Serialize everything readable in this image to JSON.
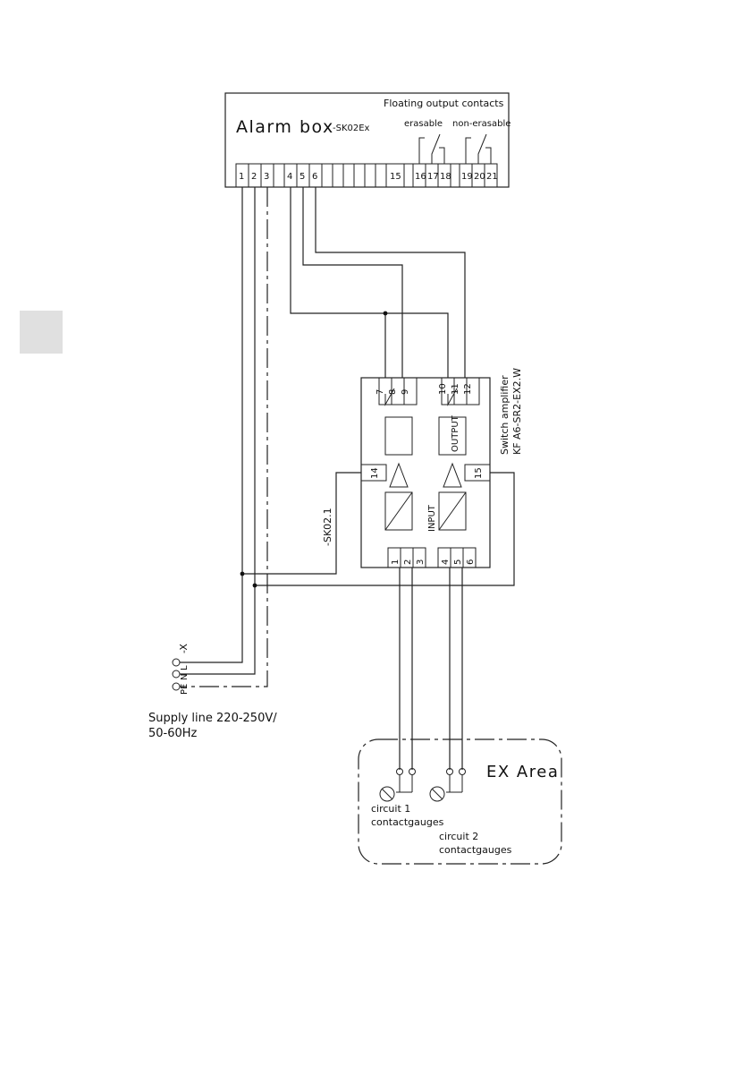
{
  "alarm_box": {
    "title": "Alarm box",
    "id": "-SK02Ex",
    "floating_title": "Floating output contacts",
    "erasable": "erasable",
    "non_erasable": "non-erasable",
    "terminals": [
      "1",
      "2",
      "3",
      "4",
      "5",
      "6",
      "15",
      "16",
      "17",
      "18",
      "19",
      "20",
      "21"
    ]
  },
  "amplifier": {
    "line1": "Switch amplifier",
    "line2": "KF A6-SR2-EX2.W",
    "output_label": "OUTPUT",
    "input_label": "INPUT",
    "top_terminals": [
      "7",
      "8",
      "9",
      "10",
      "11",
      "12"
    ],
    "bottom_terminals": [
      "1",
      "2",
      "3",
      "4",
      "5",
      "6"
    ],
    "side_terminals": [
      "14",
      "15"
    ],
    "conductor_label": "-SK02.1"
  },
  "supply": {
    "connector_label": "-X",
    "terminals": [
      "PE",
      "N",
      "L"
    ],
    "line1": "Supply line 220-250V/",
    "line2": "50-60Hz"
  },
  "ex_area": {
    "title": "EX Area",
    "circuit1_line1": "circuit 1",
    "circuit1_line2": "contactgauges",
    "circuit2_line1": "circuit 2",
    "circuit2_line2": "contactgauges"
  }
}
